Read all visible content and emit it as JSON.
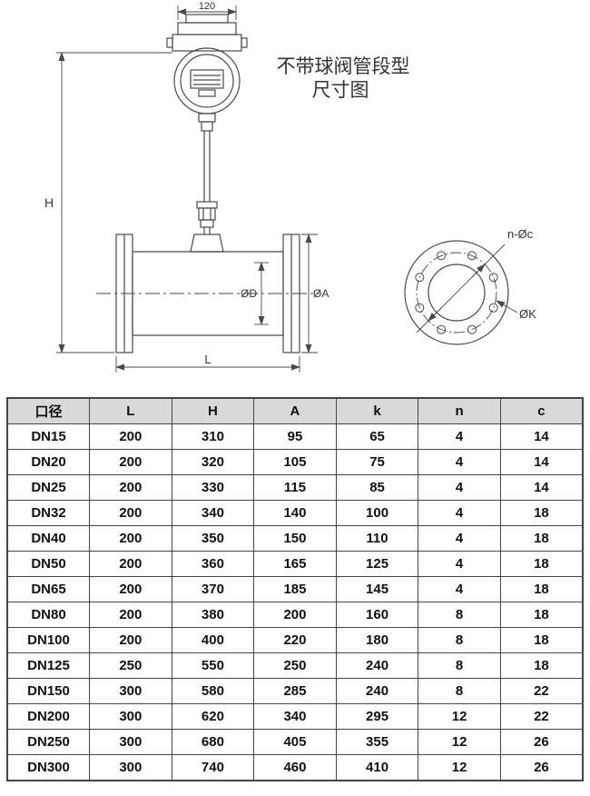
{
  "title": {
    "line1": "不带球阀管段型",
    "line2": "尺寸图"
  },
  "drawing": {
    "dim_top_width": "120",
    "dim_height_label": "H",
    "dim_bore_label": "ØD",
    "dim_flange_od_label": "ØA",
    "dim_length_label": "L",
    "bolt_holes_label": "n-Øc",
    "bolt_circle_label": "ØK"
  },
  "table": {
    "headers": [
      "口径",
      "L",
      "H",
      "A",
      "k",
      "n",
      "c"
    ],
    "rows": [
      [
        "DN15",
        "200",
        "310",
        "95",
        "65",
        "4",
        "14"
      ],
      [
        "DN20",
        "200",
        "320",
        "105",
        "75",
        "4",
        "14"
      ],
      [
        "DN25",
        "200",
        "330",
        "115",
        "85",
        "4",
        "14"
      ],
      [
        "DN32",
        "200",
        "340",
        "140",
        "100",
        "4",
        "18"
      ],
      [
        "DN40",
        "200",
        "350",
        "150",
        "110",
        "4",
        "18"
      ],
      [
        "DN50",
        "200",
        "360",
        "165",
        "125",
        "4",
        "18"
      ],
      [
        "DN65",
        "200",
        "370",
        "185",
        "145",
        "4",
        "18"
      ],
      [
        "DN80",
        "200",
        "380",
        "200",
        "160",
        "8",
        "18"
      ],
      [
        "DN100",
        "200",
        "400",
        "220",
        "180",
        "8",
        "18"
      ],
      [
        "DN125",
        "250",
        "550",
        "250",
        "240",
        "8",
        "18"
      ],
      [
        "DN150",
        "300",
        "580",
        "285",
        "240",
        "8",
        "22"
      ],
      [
        "DN200",
        "300",
        "620",
        "340",
        "295",
        "12",
        "22"
      ],
      [
        "DN250",
        "300",
        "680",
        "405",
        "355",
        "12",
        "26"
      ],
      [
        "DN300",
        "300",
        "740",
        "460",
        "410",
        "12",
        "26"
      ]
    ]
  },
  "colors": {
    "header_bg": "#d9d9d9",
    "line": "#4a4a4a"
  }
}
